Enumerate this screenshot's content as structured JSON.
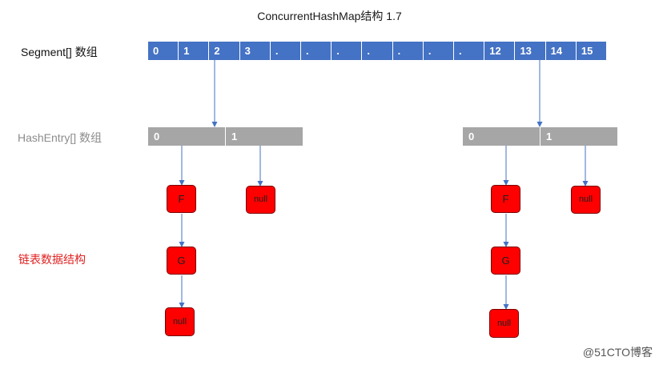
{
  "title": "ConcurrentHashMap结构 1.7",
  "labels": {
    "segment": "Segment[] 数组",
    "hash_entry": "HashEntry[] 数组",
    "linked_list": "链表数据结构"
  },
  "segment_cells": [
    "0",
    "1",
    "2",
    "3",
    ".",
    ".",
    ".",
    ".",
    ".",
    ".",
    ".",
    "12",
    "13",
    "14",
    "15"
  ],
  "hash_entry_left": [
    "0",
    "1"
  ],
  "hash_entry_right": [
    "0",
    "1"
  ],
  "nodes": {
    "left_f": "F",
    "left_null_1": "null",
    "left_g": "G",
    "left_null_2": "null",
    "right_f": "F",
    "right_null_1": "null",
    "right_g": "G",
    "right_null_2": "null"
  },
  "watermark": "@51CTO博客",
  "colors": {
    "segment": "#4472c4",
    "hash_entry": "#a6a6a6",
    "node": "#ff0000",
    "arrow": "#4472c4",
    "linked_list_label": "#e02020"
  }
}
